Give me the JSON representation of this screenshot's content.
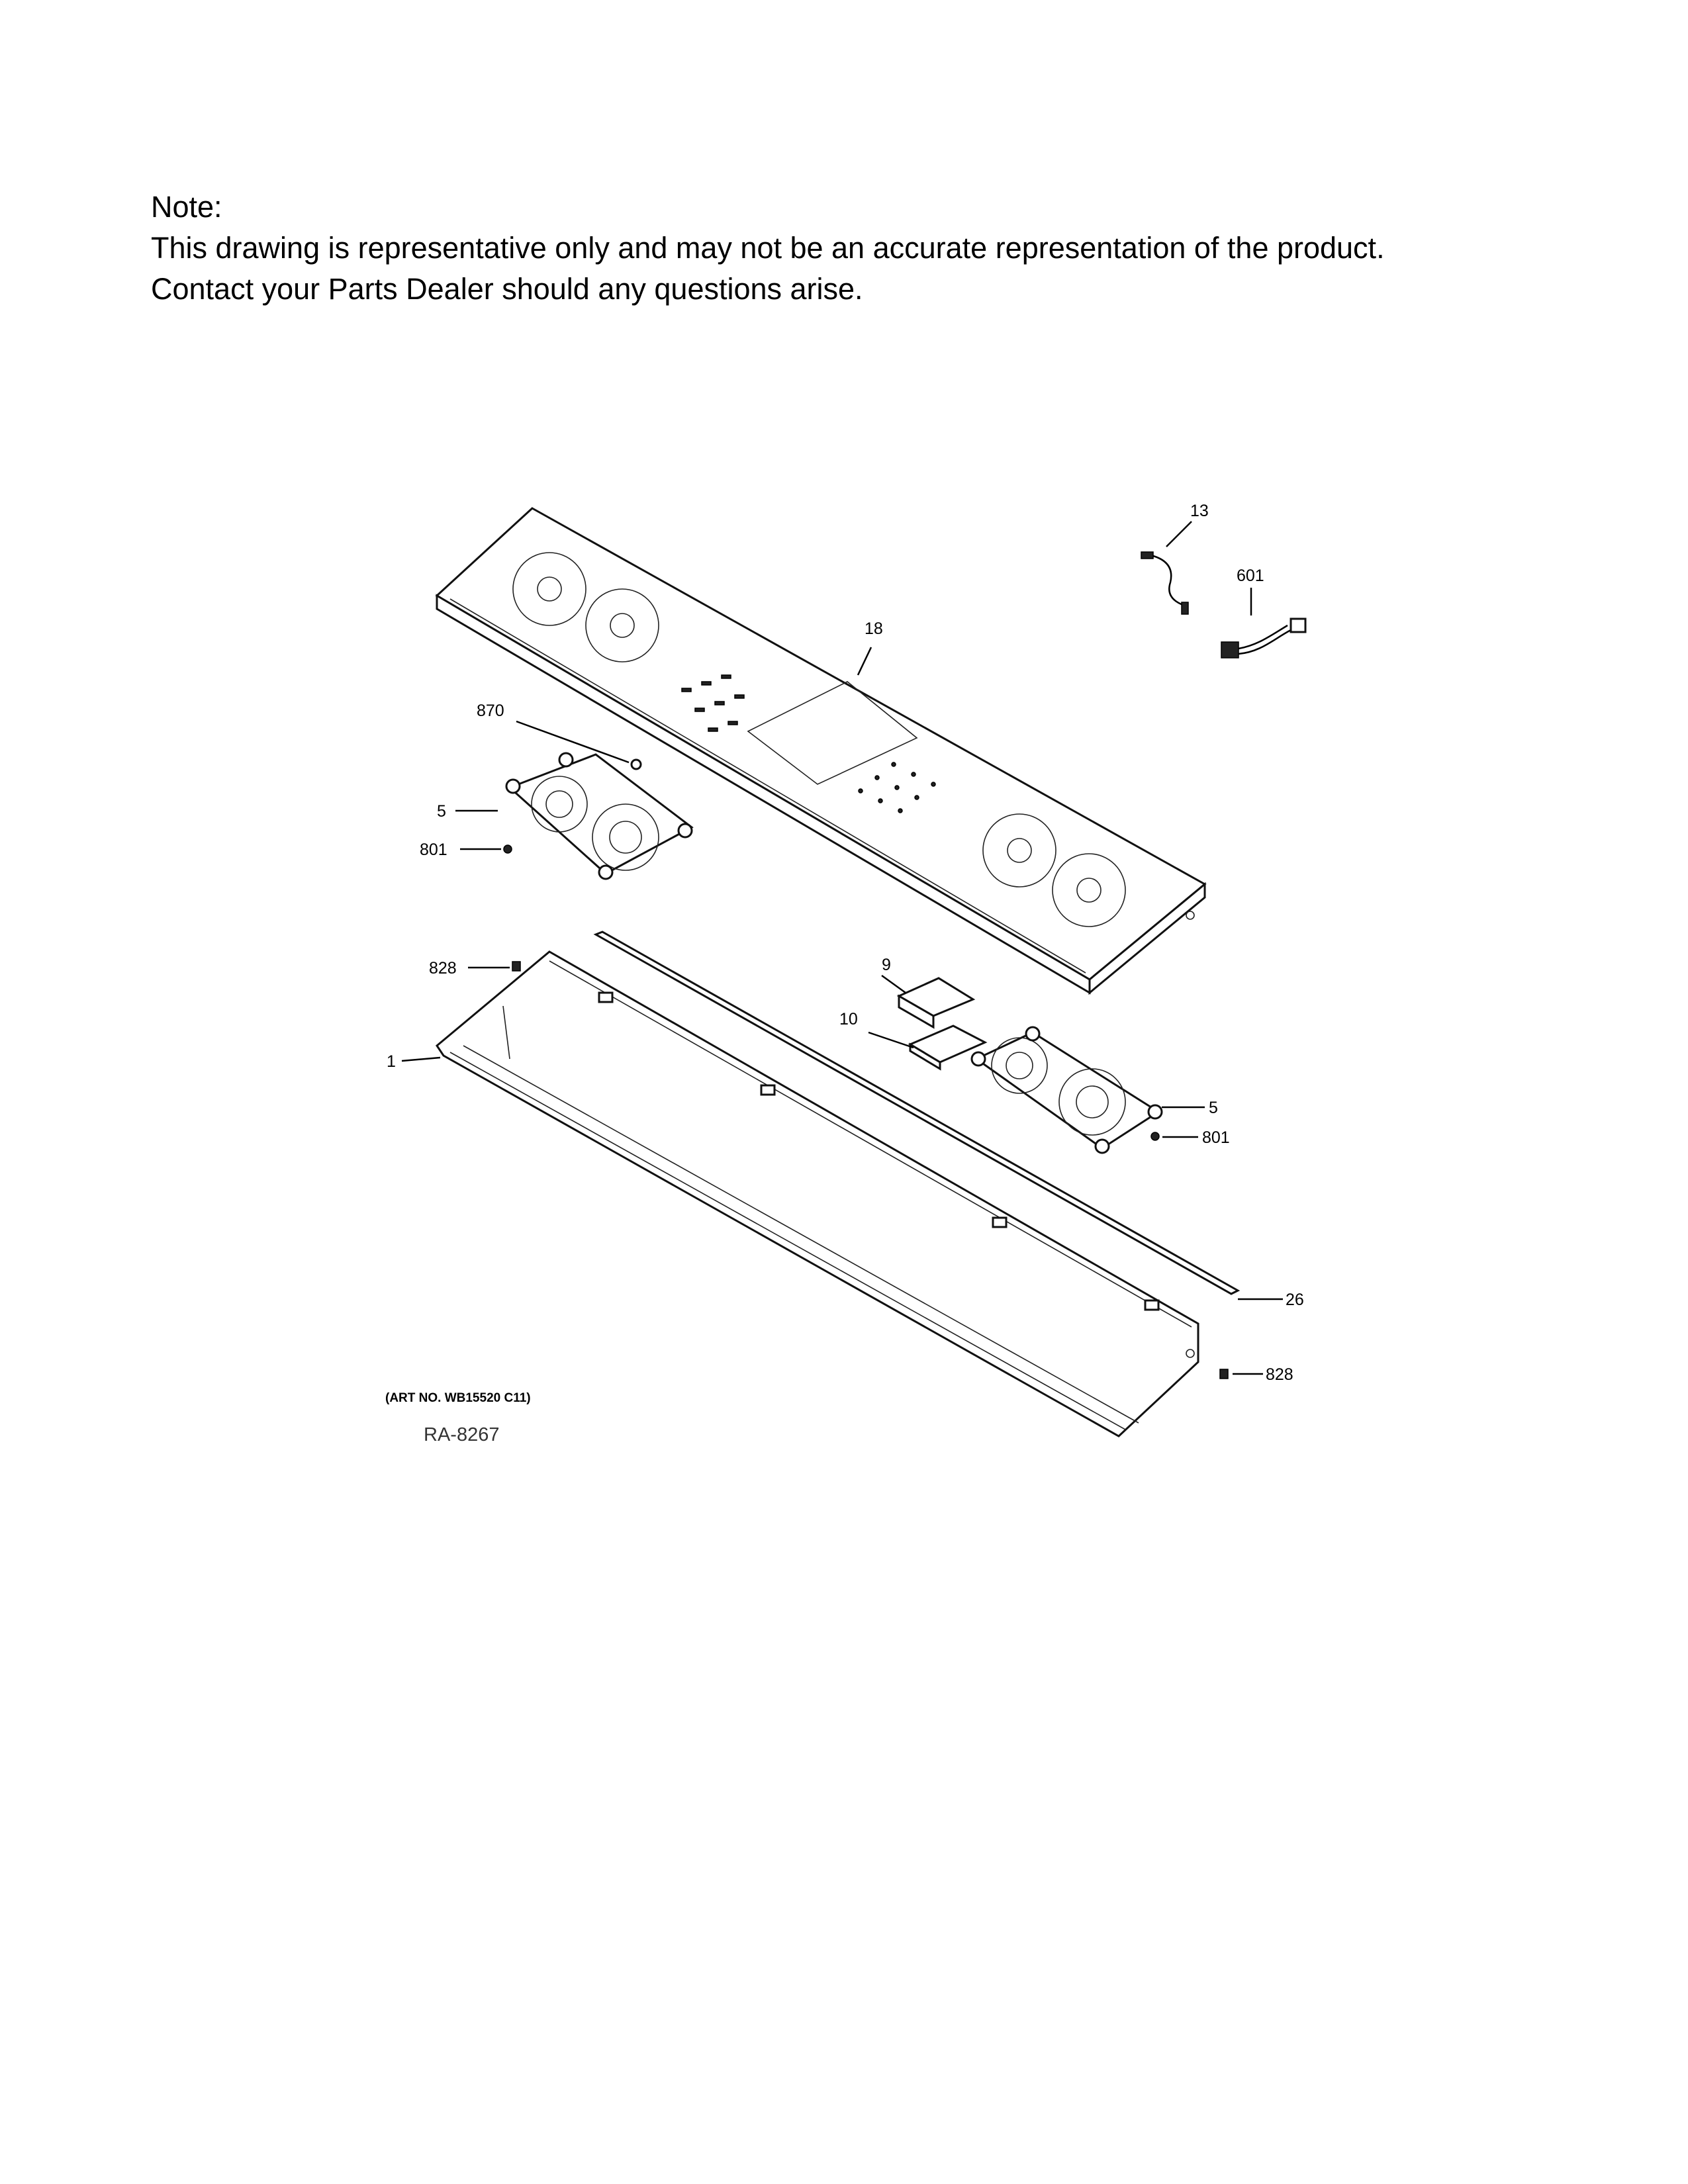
{
  "note": {
    "heading": "Note:",
    "line1": "This drawing is representative only and may not be an accurate representation of the product.",
    "line2": "Contact your Parts Dealer should any questions arise."
  },
  "callouts": [
    {
      "id": "c13",
      "label": "13"
    },
    {
      "id": "c601",
      "label": "601"
    },
    {
      "id": "c18",
      "label": "18"
    },
    {
      "id": "c870",
      "label": "870"
    },
    {
      "id": "c5a",
      "label": "5"
    },
    {
      "id": "c801a",
      "label": "801"
    },
    {
      "id": "c828a",
      "label": "828"
    },
    {
      "id": "c9",
      "label": "9"
    },
    {
      "id": "c10",
      "label": "10"
    },
    {
      "id": "c1",
      "label": "1"
    },
    {
      "id": "c5b",
      "label": "5"
    },
    {
      "id": "c801b",
      "label": "801"
    },
    {
      "id": "c26",
      "label": "26"
    },
    {
      "id": "c828b",
      "label": "828"
    }
  ],
  "art_number": "(ART NO. WB15520 C11)",
  "ra_number": "RA-8267"
}
